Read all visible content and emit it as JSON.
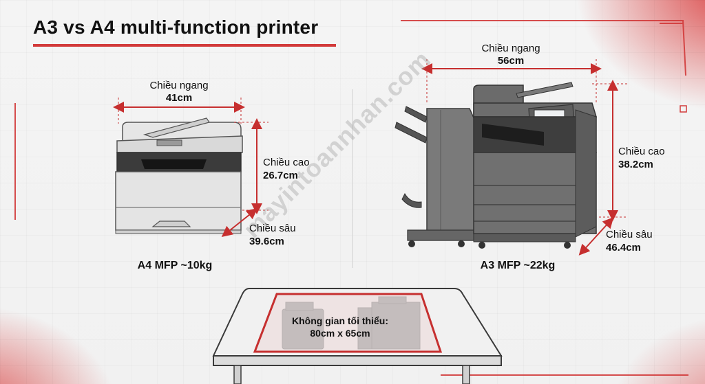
{
  "title": "A3 vs A4 multi-function printer",
  "watermark": "mayintoannhan.com",
  "a4": {
    "width_label": "Chiều ngang",
    "width_value": "41cm",
    "height_label": "Chiều cao",
    "height_value": "26.7cm",
    "depth_label": "Chiều sâu",
    "depth_value": "39.6cm",
    "caption": "A4 MFP ~10kg"
  },
  "a3": {
    "width_label": "Chiều ngang",
    "width_value": "56cm",
    "height_label": "Chiều cao",
    "height_value": "38.2cm",
    "depth_label": "Chiều sâu",
    "depth_value": "46.4cm",
    "caption": "A3 MFP ~22kg"
  },
  "table": {
    "line1": "Không gian tối thiểu:",
    "line2": "80cm x 65cm"
  },
  "colors": {
    "accent": "#d23a3a",
    "printer_body": "#6f6f6f",
    "printer_light": "#e2e2e2"
  }
}
